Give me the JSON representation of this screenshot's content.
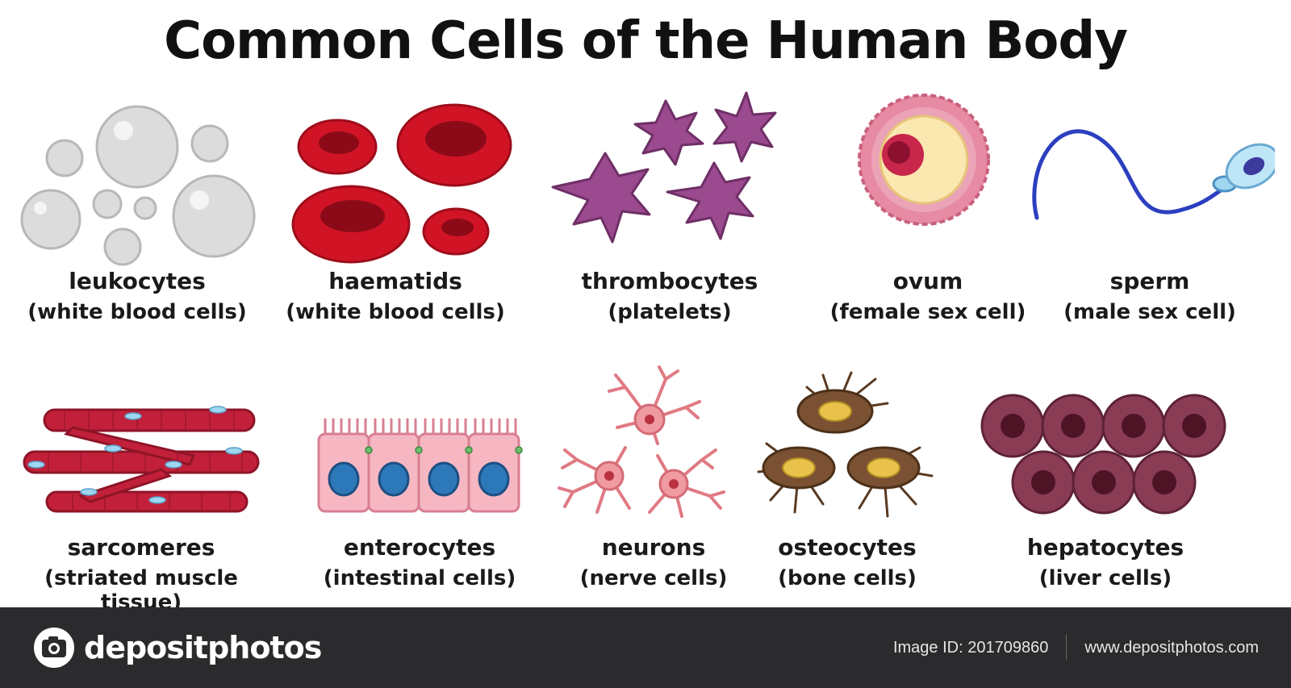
{
  "title": "Common Cells of the Human Body",
  "cells": [
    {
      "name": "leukocytes",
      "desc": "(white blood cells)"
    },
    {
      "name": "haematids",
      "desc": "(white blood cells)"
    },
    {
      "name": "thrombocytes",
      "desc": "(platelets)"
    },
    {
      "name": "ovum",
      "desc": "(female sex cell)"
    },
    {
      "name": "sperm",
      "desc": "(male sex cell)"
    },
    {
      "name": "sarcomeres",
      "desc": "(striated muscle tissue)"
    },
    {
      "name": "enterocytes",
      "desc": "(intestinal cells)"
    },
    {
      "name": "neurons",
      "desc": "(nerve cells)"
    },
    {
      "name": "osteocytes",
      "desc": "(bone cells)"
    },
    {
      "name": "hepatocytes",
      "desc": "(liver cells)"
    }
  ],
  "footer": {
    "brand": "depositphotos",
    "image_id": "Image ID: 201709860",
    "website": "www.depositphotos.com"
  },
  "icons": [
    "camera-logo-icon"
  ]
}
